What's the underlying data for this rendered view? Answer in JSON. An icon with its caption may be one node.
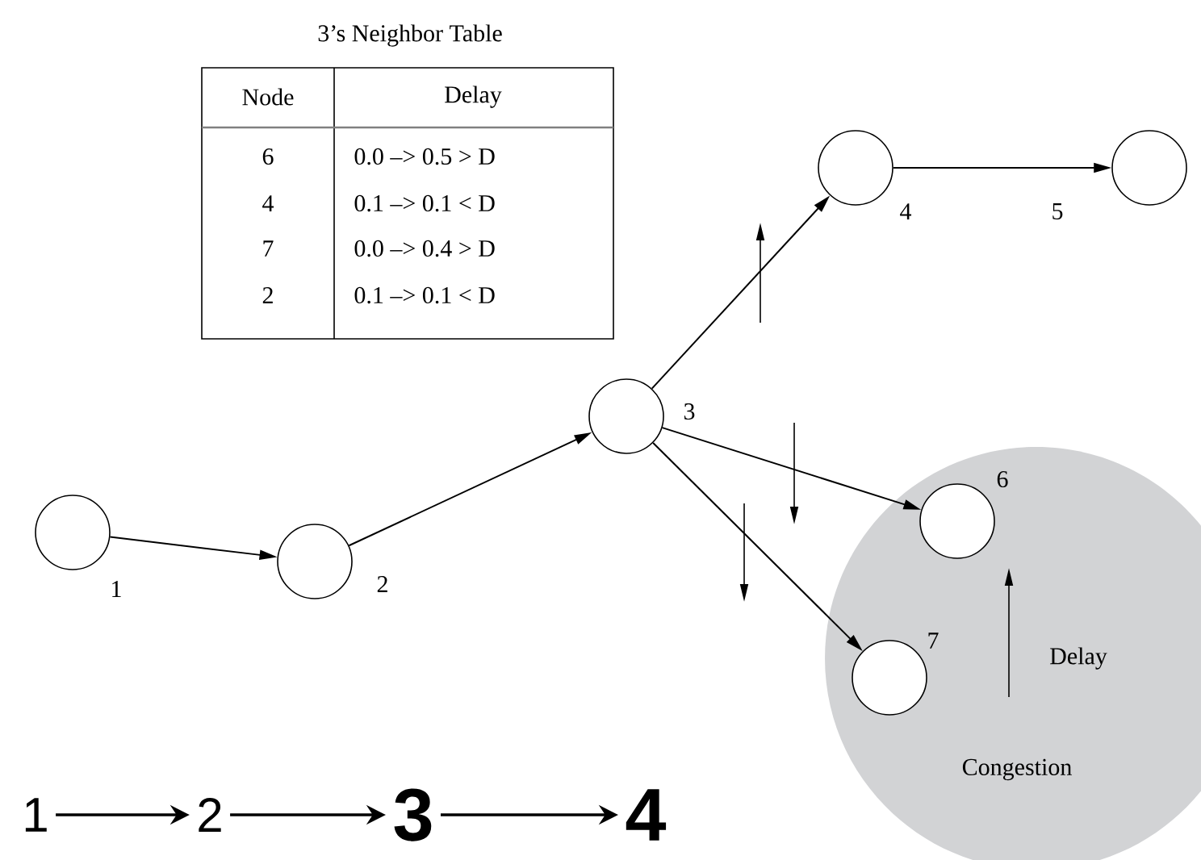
{
  "diagram": {
    "nodes": [
      {
        "text": [],
        "shape": "circle",
        "beside": [
          "1"
        ]
      },
      {
        "text": [],
        "shape": "circle",
        "beside": [
          "2"
        ]
      },
      {
        "text": [],
        "shape": "circle",
        "beside": [
          "3"
        ]
      },
      {
        "text": [],
        "shape": "circle",
        "beside": [
          "4"
        ]
      },
      {
        "text": [],
        "shape": "circle",
        "beside": [
          "5"
        ]
      },
      {
        "text": [
          "Congestion"
        ]
      },
      {
        "text": [],
        "shape": "circle",
        "beside": [
          "6"
        ],
        "in": 5
      },
      {
        "text": [],
        "shape": "circle",
        "beside": [
          "7"
        ],
        "in": 5
      },
      {
        "text": [
          "1"
        ]
      },
      {
        "text": [
          "2"
        ]
      },
      {
        "text": [
          "3"
        ]
      },
      {
        "text": [
          "4"
        ]
      }
    ],
    "edges": [
      {
        "from": 0,
        "to": 1,
        "arrow": "to"
      },
      {
        "from": 1,
        "to": 2,
        "arrow": "to"
      },
      {
        "from": 2,
        "to": 3,
        "arrow": "to"
      },
      {
        "from": 3,
        "to": 4,
        "arrow": "to"
      },
      {
        "from": 2,
        "to": 6,
        "arrow": "to"
      },
      {
        "from": 2,
        "to": 7,
        "arrow": "to"
      },
      {
        "from": 8,
        "to": 9,
        "arrow": "to"
      },
      {
        "from": 9,
        "to": 10,
        "arrow": "to"
      },
      {
        "from": 10,
        "to": 11,
        "arrow": "to"
      }
    ],
    "labels": [
      "3’s Neighbor Table",
      "Node",
      "Delay",
      "6",
      "0.0 –> 0.5 > D",
      "4",
      "0.1 –> 0.1 < D",
      "7",
      "0.0 –> 0.4 > D",
      "2",
      "0.1 –> 0.1 < D",
      "Delay"
    ]
  }
}
